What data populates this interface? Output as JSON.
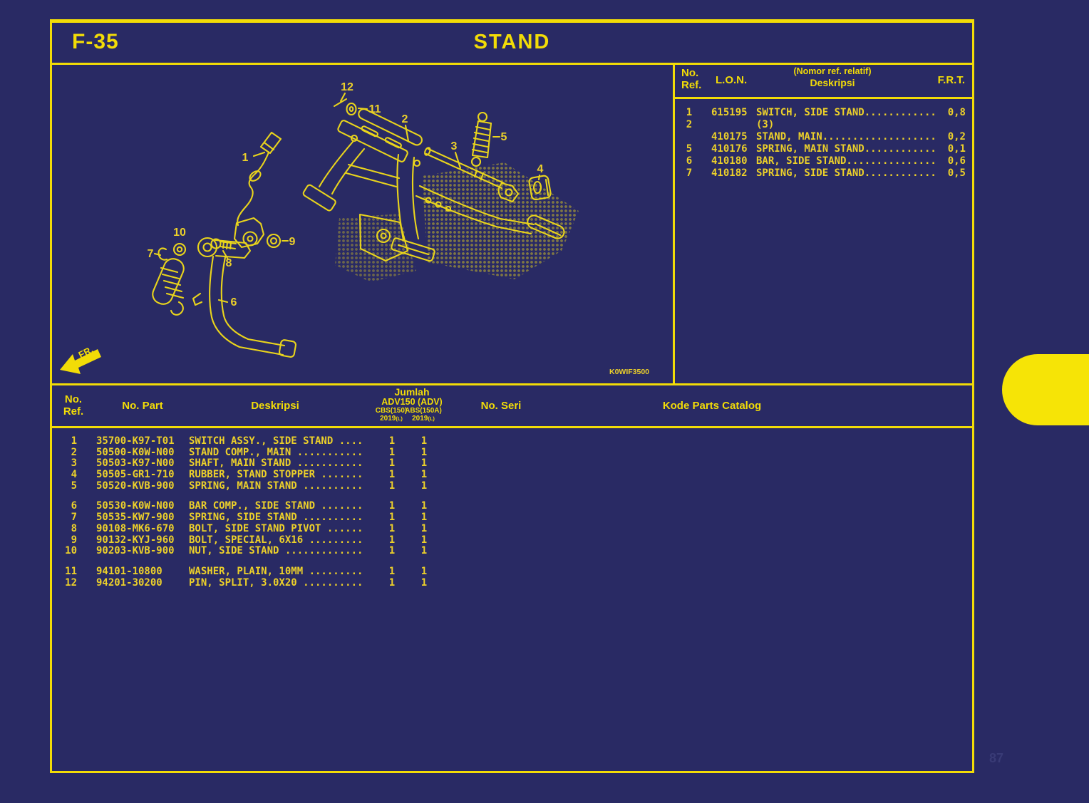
{
  "page": {
    "code": "F-35",
    "title": "STAND",
    "page_number": "87"
  },
  "colors": {
    "background": "#292a64",
    "accent_yellow": "#f2dc07",
    "text_gold": "#ecd02a",
    "edge_tab_yellow": "#f6e406",
    "faint_page_number": "#393b76"
  },
  "lon_table": {
    "headers": {
      "ref_line1": "No.",
      "ref_line2": "Ref.",
      "lon": "L.O.N.",
      "desc_line1": "(Nomor ref. relatif)",
      "desc_line2": "Deskripsi",
      "frt": "F.R.T."
    },
    "rows": [
      {
        "ref": "1",
        "lon": "615195",
        "desc": "SWITCH, SIDE STAND............",
        "frt": "0,8"
      },
      {
        "ref": "2",
        "lon": "",
        "desc": "(3)",
        "frt": ""
      },
      {
        "ref": "",
        "lon": "410175",
        "desc": "STAND, MAIN...................",
        "frt": "0,2"
      },
      {
        "ref": "5",
        "lon": "410176",
        "desc": "SPRING, MAIN STAND............",
        "frt": "0,1"
      },
      {
        "ref": "6",
        "lon": "410180",
        "desc": "BAR, SIDE STAND...............",
        "frt": "0,6"
      },
      {
        "ref": "7",
        "lon": "410182",
        "desc": "SPRING, SIDE STAND............",
        "frt": "0,5"
      }
    ]
  },
  "parts_table": {
    "headers": {
      "ref_line1": "No.",
      "ref_line2": "Ref.",
      "part": "No. Part",
      "desc": "Deskripsi",
      "qty_group": "Jumlah",
      "qty_model": "ADV150 (ADV)",
      "qty_col1": "CBS(150)",
      "qty_col2": "ABS(150A)",
      "qty_year1": "2019",
      "qty_year1_suffix": "(L)",
      "qty_year2": "2019",
      "qty_year2_suffix": "(L)",
      "seri": "No. Seri",
      "kode": "Kode Parts Catalog"
    },
    "groups": [
      [
        {
          "ref": "1",
          "part": "35700-K97-T01",
          "desc": "SWITCH ASSY., SIDE STAND ....",
          "qty1": "1",
          "qty2": "1"
        },
        {
          "ref": "2",
          "part": "50500-K0W-N00",
          "desc": "STAND COMP., MAIN ...........",
          "qty1": "1",
          "qty2": "1"
        },
        {
          "ref": "3",
          "part": "50503-K97-N00",
          "desc": "SHAFT, MAIN STAND ...........",
          "qty1": "1",
          "qty2": "1"
        },
        {
          "ref": "4",
          "part": "50505-GR1-710",
          "desc": "RUBBER, STAND STOPPER .......",
          "qty1": "1",
          "qty2": "1"
        },
        {
          "ref": "5",
          "part": "50520-KVB-900",
          "desc": "SPRING, MAIN STAND ..........",
          "qty1": "1",
          "qty2": "1"
        }
      ],
      [
        {
          "ref": "6",
          "part": "50530-K0W-N00",
          "desc": "BAR COMP., SIDE STAND .......",
          "qty1": "1",
          "qty2": "1"
        },
        {
          "ref": "7",
          "part": "50535-KW7-900",
          "desc": "SPRING, SIDE STAND ..........",
          "qty1": "1",
          "qty2": "1"
        },
        {
          "ref": "8",
          "part": "90108-MK6-670",
          "desc": "BOLT, SIDE STAND PIVOT ......",
          "qty1": "1",
          "qty2": "1"
        },
        {
          "ref": "9",
          "part": "90132-KYJ-960",
          "desc": "BOLT, SPECIAL, 6X16 .........",
          "qty1": "1",
          "qty2": "1"
        },
        {
          "ref": "10",
          "part": "90203-KVB-900",
          "desc": "NUT, SIDE STAND .............",
          "qty1": "1",
          "qty2": "1"
        }
      ],
      [
        {
          "ref": "11",
          "part": "94101-10800",
          "desc": "WASHER, PLAIN, 10MM .........",
          "qty1": "1",
          "qty2": "1"
        },
        {
          "ref": "12",
          "part": "94201-30200",
          "desc": "PIN, SPLIT, 3.0X20 ..........",
          "qty1": "1",
          "qty2": "1"
        }
      ]
    ]
  },
  "diagram": {
    "code": "K0WIF3500",
    "fr_label": "FR.",
    "callouts": {
      "c1": "1",
      "c2": "2",
      "c3": "3",
      "c4": "4",
      "c5": "5",
      "c6": "6",
      "c7": "7",
      "c8": "8",
      "c9": "9",
      "c10": "10",
      "c11": "11",
      "c12": "12"
    }
  }
}
